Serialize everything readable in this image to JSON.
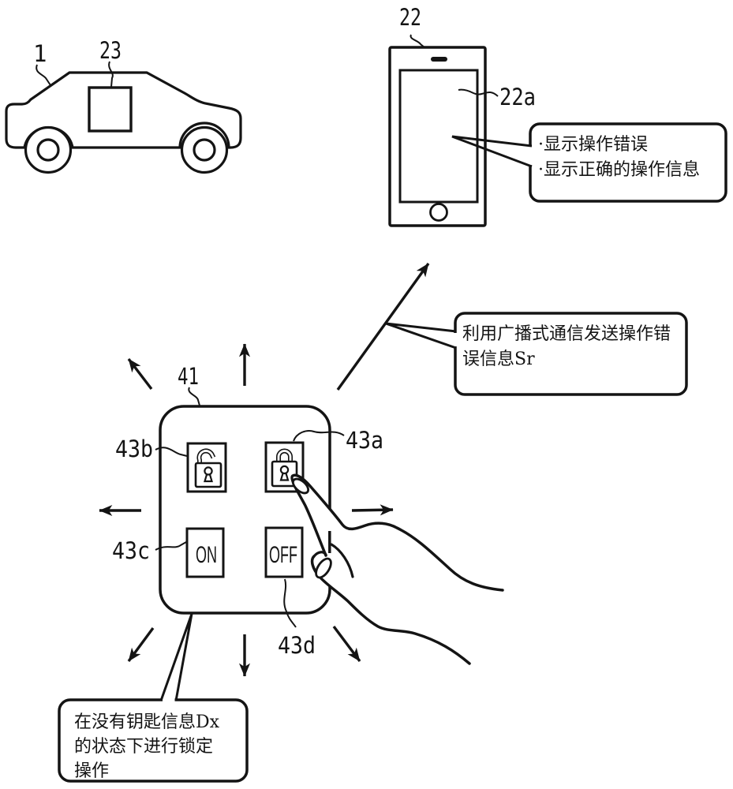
{
  "figure": {
    "kind": "patent-diagram",
    "ink_color": "#141414",
    "paper_color": "#ffffff"
  },
  "labels": {
    "car": "1",
    "car_module": "23",
    "phone": "22",
    "phone_screen": "22a",
    "remote": "41",
    "lock_button": "43a",
    "unlock_button": "43b",
    "on_button": "43c",
    "off_button": "43d"
  },
  "remote": {
    "on_label": "ON",
    "off_label": "OFF",
    "icons": {
      "lock": "closed-padlock",
      "unlock": "open-padlock"
    }
  },
  "callouts": {
    "phone_display": {
      "lines": [
        "·显示操作错误",
        "·显示正确的操作信息"
      ]
    },
    "broadcast": {
      "lines": [
        "利用广播式通信发送操作错",
        "误信息Sr"
      ]
    },
    "lock_operation": {
      "lines": [
        "在没有钥匙信息Dx",
        "的状态下进行锁定",
        "操作"
      ]
    }
  }
}
